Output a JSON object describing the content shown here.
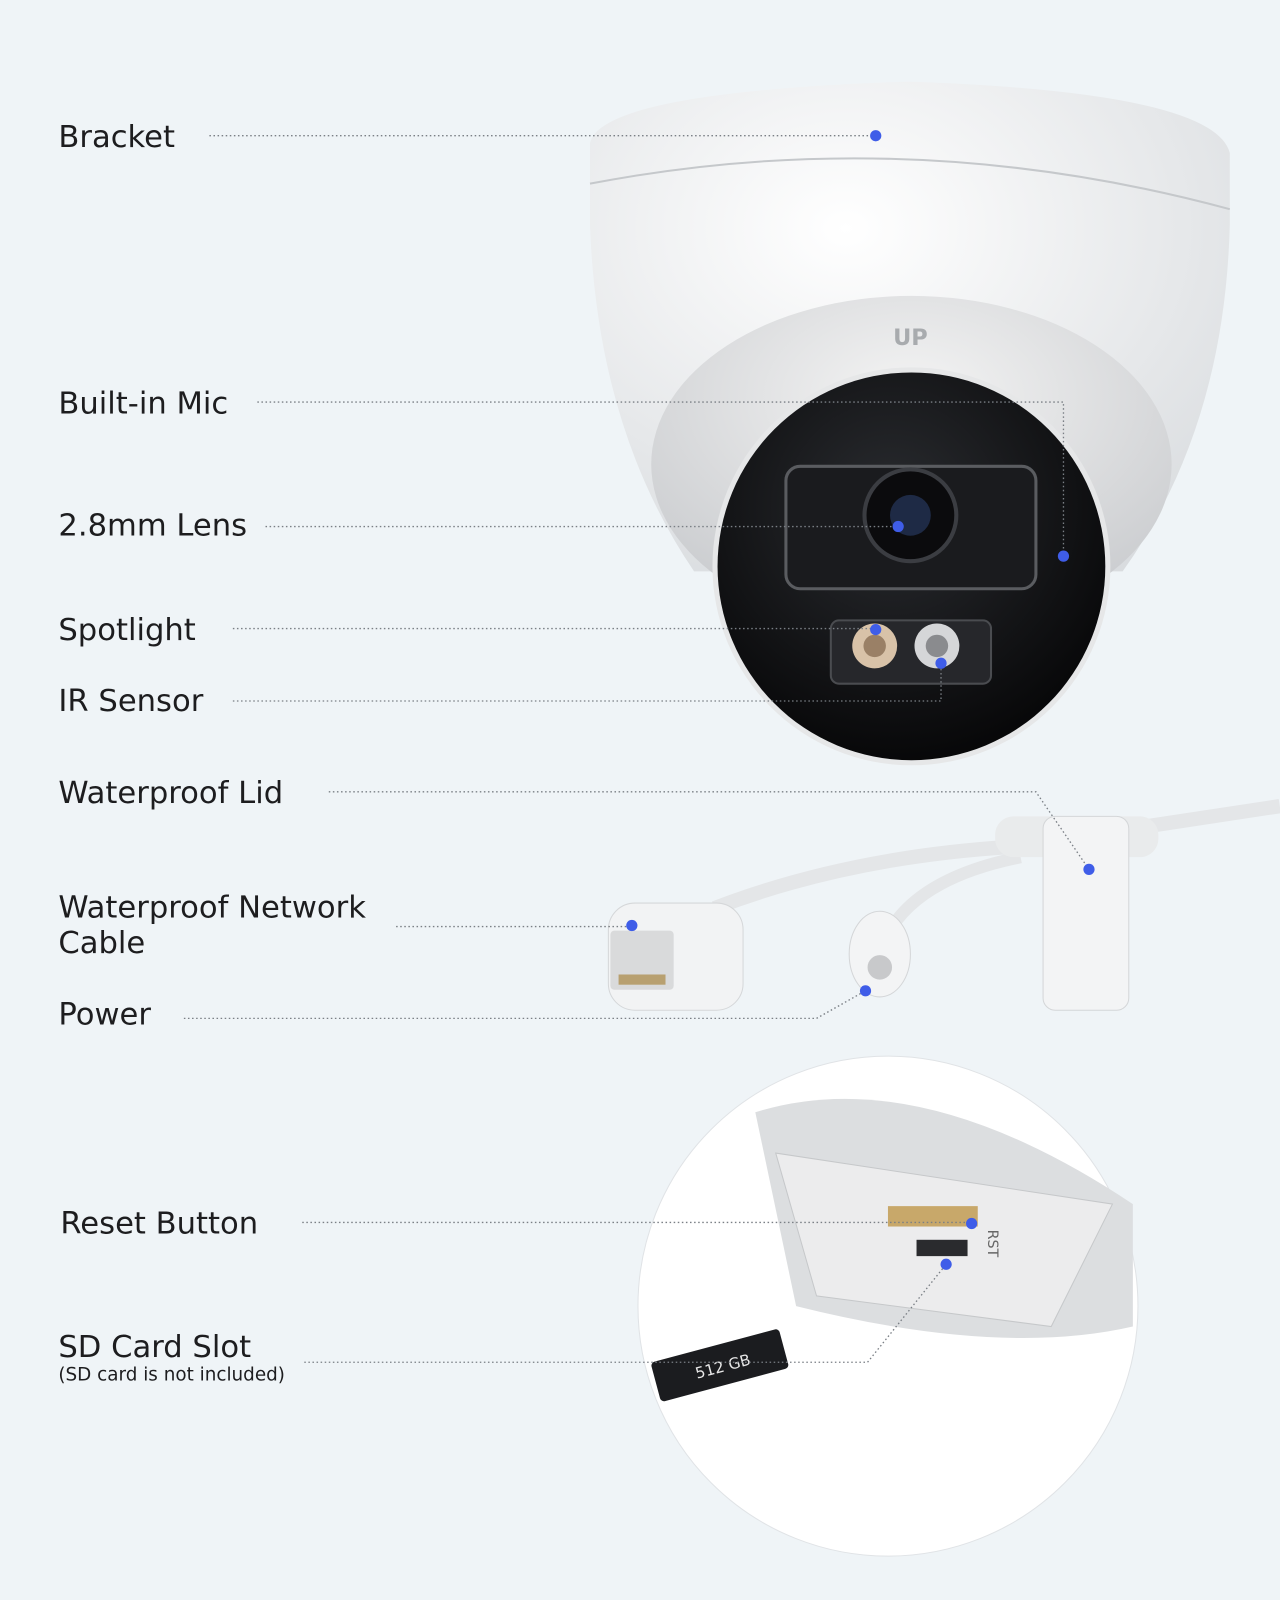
{
  "labels": {
    "bracket": "Bracket",
    "mic": "Built-in Mic",
    "lens": "2.8mm Lens",
    "spotlight": "Spotlight",
    "ir": "IR Sensor",
    "lid": "Waterproof Lid",
    "network_1": "Waterproof Network",
    "network_2": "Cable",
    "power": "Power",
    "reset": "Reset Button",
    "sd": "SD Card Slot",
    "sd_note": "(SD card is not included)"
  },
  "product_marks": {
    "logo": "UP",
    "rst": "RST",
    "sd_card": "512 GB"
  },
  "colors": {
    "background": "#eff4f7",
    "marker": "#3f5de8"
  }
}
